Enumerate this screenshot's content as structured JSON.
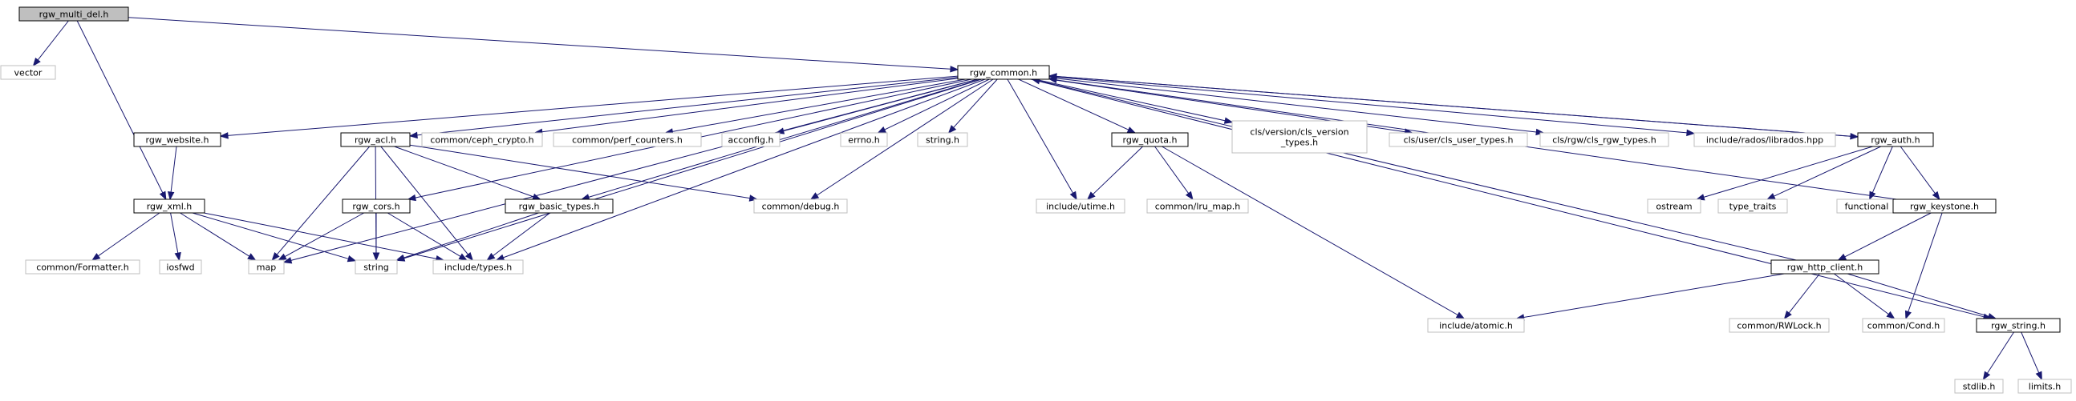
{
  "colors": {
    "edge": "#191970",
    "root_fill": "#bfbfbf",
    "file_border": "#000000",
    "system_border": "#bfbfbf",
    "text": "#000000"
  },
  "nodes": [
    {
      "id": "rgw_multi_del",
      "label": "rgw_multi_del.h",
      "kind": "root"
    },
    {
      "id": "vector",
      "label": "vector",
      "kind": "system"
    },
    {
      "id": "rgw_common",
      "label": "rgw_common.h",
      "kind": "file"
    },
    {
      "id": "rgw_website",
      "label": "rgw_website.h",
      "kind": "file"
    },
    {
      "id": "rgw_xml",
      "label": "rgw_xml.h",
      "kind": "file"
    },
    {
      "id": "rgw_acl",
      "label": "rgw_acl.h",
      "kind": "file"
    },
    {
      "id": "ceph_crypto",
      "label": "common/ceph_crypto.h",
      "kind": "system"
    },
    {
      "id": "perf_counters",
      "label": "common/perf_counters.h",
      "kind": "system"
    },
    {
      "id": "acconfig",
      "label": "acconfig.h",
      "kind": "system"
    },
    {
      "id": "errno",
      "label": "errno.h",
      "kind": "system"
    },
    {
      "id": "string_h",
      "label": "string.h",
      "kind": "system"
    },
    {
      "id": "rgw_quota",
      "label": "rgw_quota.h",
      "kind": "file"
    },
    {
      "id": "cls_version",
      "label": "cls/version/cls_version\n_types.h",
      "kind": "system"
    },
    {
      "id": "cls_user",
      "label": "cls/user/cls_user_types.h",
      "kind": "system"
    },
    {
      "id": "cls_rgw",
      "label": "cls/rgw/cls_rgw_types.h",
      "kind": "system"
    },
    {
      "id": "librados",
      "label": "include/rados/librados.hpp",
      "kind": "system"
    },
    {
      "id": "rgw_auth",
      "label": "rgw_auth.h",
      "kind": "file"
    },
    {
      "id": "rgw_cors",
      "label": "rgw_cors.h",
      "kind": "file"
    },
    {
      "id": "rgw_basic_types",
      "label": "rgw_basic_types.h",
      "kind": "file"
    },
    {
      "id": "common_debug",
      "label": "common/debug.h",
      "kind": "system"
    },
    {
      "id": "utime",
      "label": "include/utime.h",
      "kind": "system"
    },
    {
      "id": "lru_map",
      "label": "common/lru_map.h",
      "kind": "system"
    },
    {
      "id": "ostream",
      "label": "ostream",
      "kind": "system"
    },
    {
      "id": "type_traits",
      "label": "type_traits",
      "kind": "system"
    },
    {
      "id": "functional",
      "label": "functional",
      "kind": "system"
    },
    {
      "id": "rgw_keystone",
      "label": "rgw_keystone.h",
      "kind": "file"
    },
    {
      "id": "formatter",
      "label": "common/Formatter.h",
      "kind": "system"
    },
    {
      "id": "iosfwd",
      "label": "iosfwd",
      "kind": "system"
    },
    {
      "id": "map",
      "label": "map",
      "kind": "system"
    },
    {
      "id": "string",
      "label": "string",
      "kind": "system"
    },
    {
      "id": "include_types",
      "label": "include/types.h",
      "kind": "system"
    },
    {
      "id": "rgw_http_client",
      "label": "rgw_http_client.h",
      "kind": "file"
    },
    {
      "id": "include_atomic",
      "label": "include/atomic.h",
      "kind": "system"
    },
    {
      "id": "rwlock",
      "label": "common/RWLock.h",
      "kind": "system"
    },
    {
      "id": "cond",
      "label": "common/Cond.h",
      "kind": "system"
    },
    {
      "id": "rgw_string",
      "label": "rgw_string.h",
      "kind": "file"
    },
    {
      "id": "stdlib",
      "label": "stdlib.h",
      "kind": "system"
    },
    {
      "id": "limits",
      "label": "limits.h",
      "kind": "system"
    }
  ],
  "edges": [
    [
      "rgw_multi_del",
      "vector"
    ],
    [
      "rgw_multi_del",
      "rgw_common"
    ],
    [
      "rgw_multi_del",
      "rgw_xml"
    ],
    [
      "rgw_common",
      "rgw_website"
    ],
    [
      "rgw_common",
      "rgw_acl"
    ],
    [
      "rgw_common",
      "ceph_crypto"
    ],
    [
      "rgw_common",
      "perf_counters"
    ],
    [
      "rgw_common",
      "acconfig"
    ],
    [
      "rgw_common",
      "errno"
    ],
    [
      "rgw_common",
      "string_h"
    ],
    [
      "rgw_common",
      "rgw_quota"
    ],
    [
      "rgw_common",
      "cls_version"
    ],
    [
      "rgw_common",
      "cls_user"
    ],
    [
      "rgw_common",
      "cls_rgw"
    ],
    [
      "rgw_common",
      "librados"
    ],
    [
      "rgw_common",
      "rgw_auth"
    ],
    [
      "rgw_common",
      "rgw_cors"
    ],
    [
      "rgw_common",
      "map"
    ],
    [
      "rgw_common",
      "string"
    ],
    [
      "rgw_common",
      "rgw_basic_types"
    ],
    [
      "rgw_common",
      "common_debug"
    ],
    [
      "rgw_common",
      "utime"
    ],
    [
      "rgw_common",
      "include_types"
    ],
    [
      "rgw_common",
      "rgw_string"
    ],
    [
      "rgw_website",
      "rgw_xml"
    ],
    [
      "rgw_xml",
      "formatter"
    ],
    [
      "rgw_xml",
      "iosfwd"
    ],
    [
      "rgw_xml",
      "map"
    ],
    [
      "rgw_xml",
      "string"
    ],
    [
      "rgw_xml",
      "include_types"
    ],
    [
      "rgw_acl",
      "map"
    ],
    [
      "rgw_acl",
      "string"
    ],
    [
      "rgw_acl",
      "include_types"
    ],
    [
      "rgw_acl",
      "rgw_basic_types"
    ],
    [
      "rgw_acl",
      "common_debug"
    ],
    [
      "rgw_cors",
      "map"
    ],
    [
      "rgw_cors",
      "string"
    ],
    [
      "rgw_cors",
      "include_types"
    ],
    [
      "rgw_basic_types",
      "string"
    ],
    [
      "rgw_basic_types",
      "include_types"
    ],
    [
      "rgw_quota",
      "utime"
    ],
    [
      "rgw_quota",
      "lru_map"
    ],
    [
      "rgw_quota",
      "include_atomic"
    ],
    [
      "rgw_auth",
      "rgw_common"
    ],
    [
      "rgw_auth",
      "ostream"
    ],
    [
      "rgw_auth",
      "type_traits"
    ],
    [
      "rgw_auth",
      "functional"
    ],
    [
      "rgw_auth",
      "rgw_keystone"
    ],
    [
      "rgw_keystone",
      "rgw_common"
    ],
    [
      "rgw_keystone",
      "rgw_http_client"
    ],
    [
      "rgw_keystone",
      "cond"
    ],
    [
      "rgw_http_client",
      "rgw_common"
    ],
    [
      "rgw_http_client",
      "include_atomic"
    ],
    [
      "rgw_http_client",
      "rwlock"
    ],
    [
      "rgw_http_client",
      "cond"
    ],
    [
      "rgw_http_client",
      "rgw_string"
    ],
    [
      "rgw_string",
      "stdlib"
    ],
    [
      "rgw_string",
      "limits"
    ]
  ]
}
